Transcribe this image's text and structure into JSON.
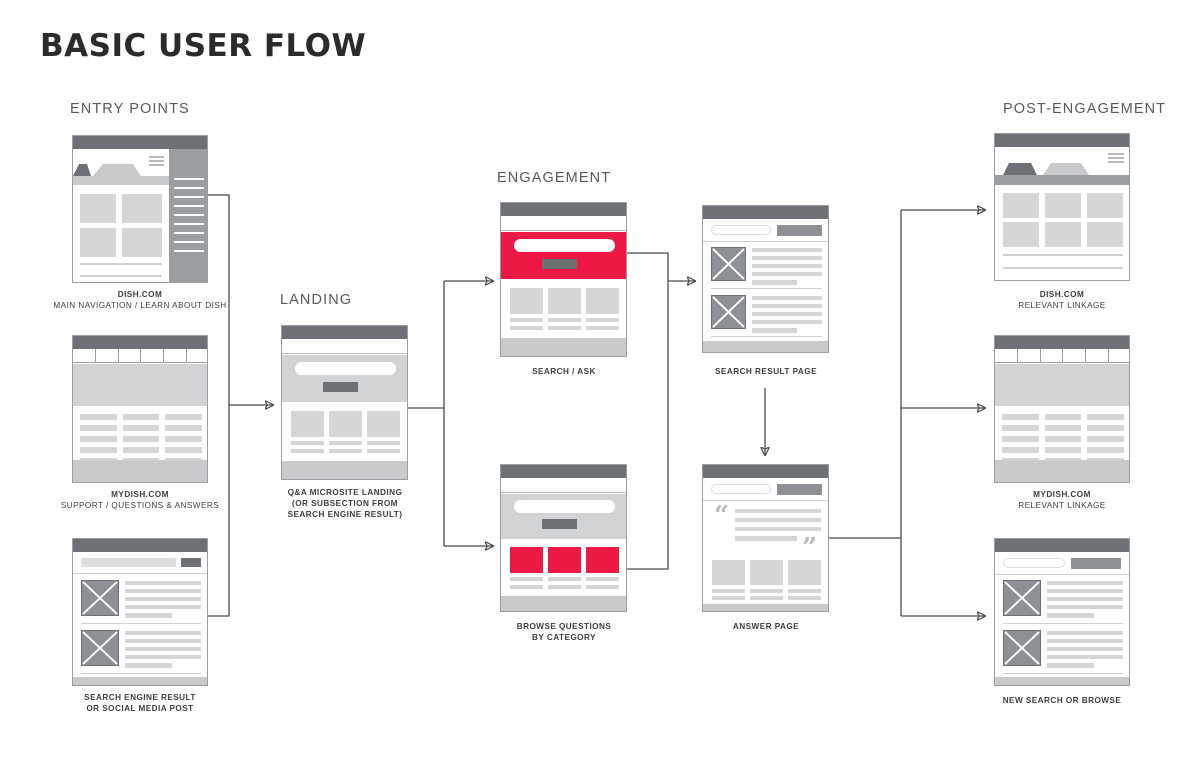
{
  "title": "BASIC USER FLOW",
  "accent_color": "#ED1944",
  "chrome_dark": "#6d7175",
  "chrome_gray": "#d5d6d8",
  "sections": [
    {
      "key": "entry",
      "label": "ENTRY POINTS"
    },
    {
      "key": "landing",
      "label": "LANDING"
    },
    {
      "key": "engagement",
      "label": "ENGAGEMENT"
    },
    {
      "key": "post",
      "label": "POST-ENGAGEMENT"
    }
  ],
  "cards": {
    "dish_home": {
      "caption_bold": "DISH.COM",
      "caption_sub": "MAIN NAVIGATION / LEARN ABOUT DISH"
    },
    "mydish": {
      "caption_bold": "MYDISH.COM",
      "caption_sub": "SUPPORT / QUESTIONS & ANSWERS"
    },
    "serp": {
      "caption_bold": "SEARCH ENGINE RESULT",
      "caption_sub": "OR SOCIAL MEDIA POST"
    },
    "landing": {
      "caption_line1": "Q&A MICROSITE LANDING",
      "caption_line2": "(OR SUBSECTION FROM",
      "caption_line3": "SEARCH ENGINE RESULT)"
    },
    "search_ask": {
      "caption_bold": "SEARCH / ASK"
    },
    "browse": {
      "caption_line1": "BROWSE QUESTIONS",
      "caption_line2": "BY CATEGORY"
    },
    "search_result": {
      "caption_bold": "SEARCH RESULT PAGE"
    },
    "answer": {
      "caption_bold": "ANSWER PAGE"
    },
    "post_dish": {
      "caption_bold": "DISH.COM",
      "caption_sub": "RELEVANT LINKAGE"
    },
    "post_mydish": {
      "caption_bold": "MYDISH.COM",
      "caption_sub": "RELEVANT LINKAGE"
    },
    "post_search": {
      "caption_bold": "NEW SEARCH OR BROWSE"
    }
  },
  "flow": {
    "entry_to_landing": "converging bracket from three entry points into landing",
    "landing_to_engagement": "fork into search/ask and browse-by-category",
    "engagement_to_result": "merge into search result page",
    "result_to_answer": "vertical arrow down",
    "answer_to_post": "fan out to three post-engagement screens"
  }
}
